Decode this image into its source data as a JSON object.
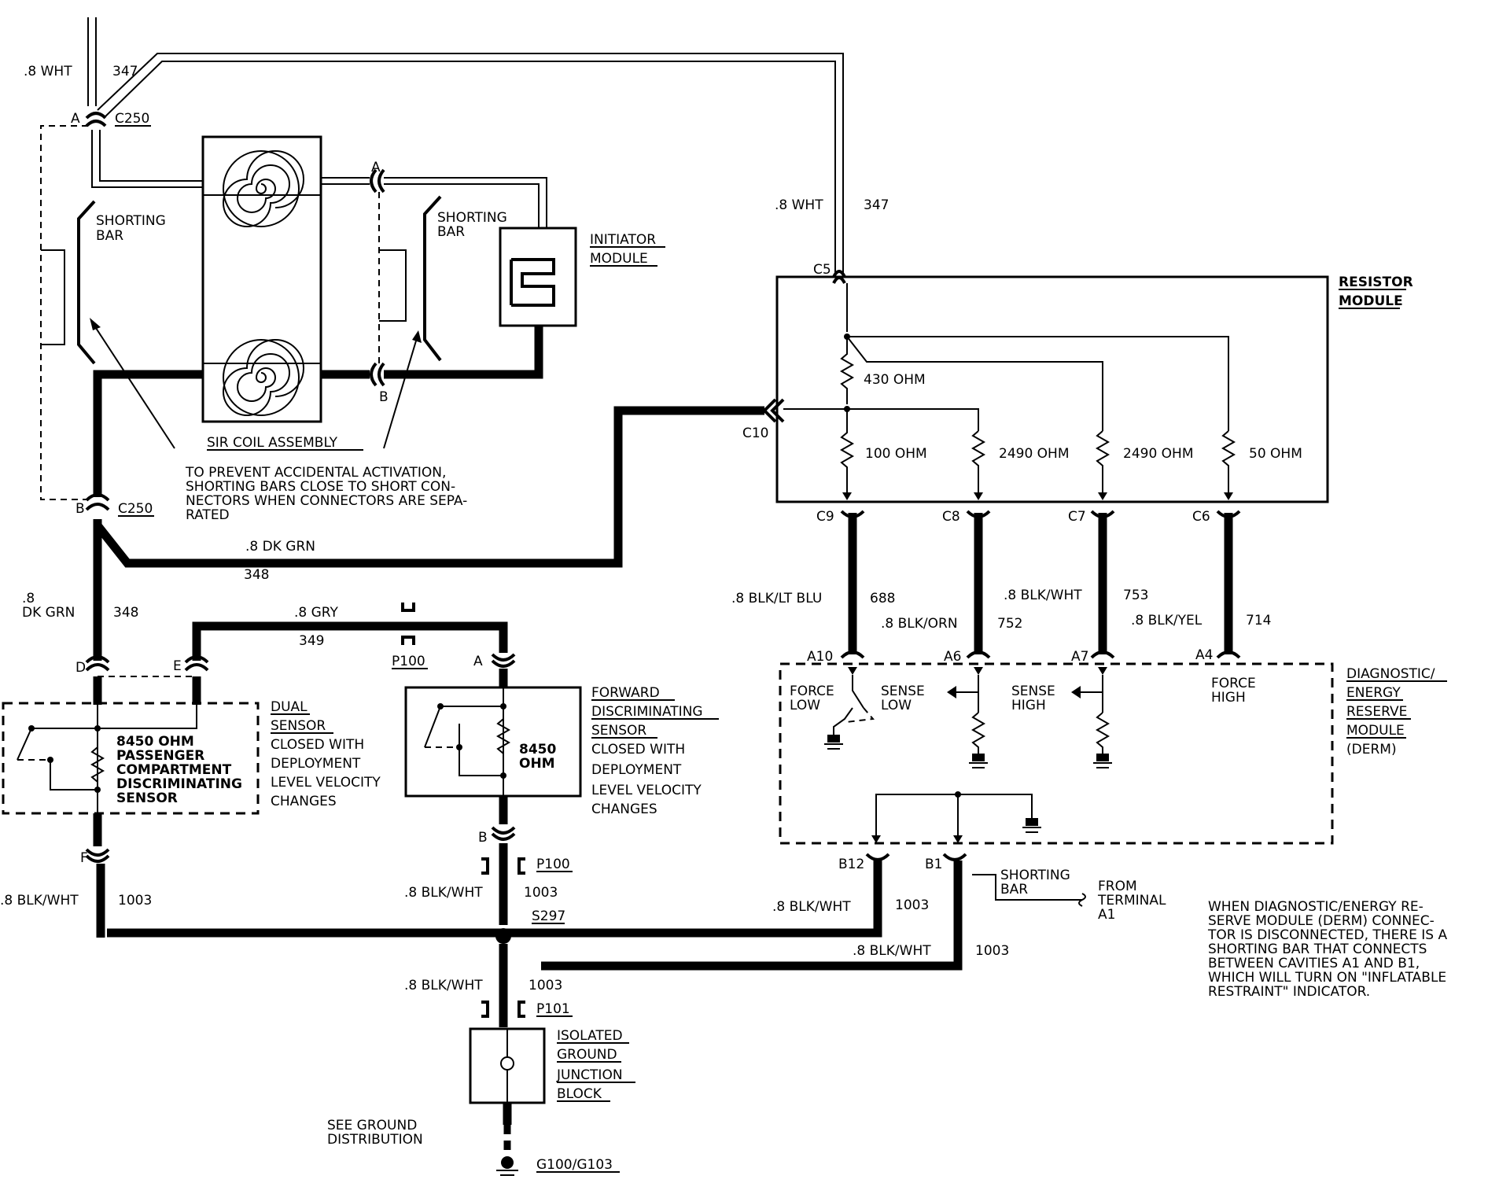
{
  "wire_labels": {
    "wht_top_gauge": ".8 WHT",
    "wht_top_circuit": "347",
    "wht_right_gauge": ".8 WHT",
    "wht_right_circuit": "347",
    "dkgrn_gauge": ".8 DK GRN",
    "dkgrn_circuit": "348",
    "dkgrn_left_gauge": ".8",
    "dkgrn_left_gauge2": "DK GRN",
    "dkgrn_left_circuit": "348",
    "gry_gauge": ".8 GRY",
    "gry_circuit": "349",
    "c9_gauge": ".8 BLK/LT BLU",
    "c9_circuit": "688",
    "c8_gauge": ".8 BLK/ORN",
    "c8_circuit": "752",
    "c7_gauge": ".8 BLK/WHT",
    "c7_circuit": "753",
    "c6_gauge": ".8 BLK/YEL",
    "c6_circuit": "714",
    "left_bw_gauge": ".8 BLK/WHT",
    "left_bw_circuit": "1003",
    "mid_bw_gauge": ".8 BLK/WHT",
    "mid_bw_circuit": "1003",
    "b12_bw_gauge": ".8 BLK/WHT",
    "b12_bw_circuit": "1003",
    "b1_bw_gauge": ".8 BLK/WHT",
    "b1_bw_circuit": "1003",
    "low_bw_gauge": ".8 BLK/WHT",
    "low_bw_circuit": "1003"
  },
  "connectors": {
    "c250_a_pin": "A",
    "c250_a_name": "C250",
    "c250_b_pin": "B",
    "c250_b_name": "C250",
    "coil_a": "A",
    "coil_b": "B",
    "c5": "C5",
    "c10": "C10",
    "c9": "C9",
    "c8": "C8",
    "c7": "C7",
    "c6": "C6",
    "a10": "A10",
    "a6": "A6",
    "a7": "A7",
    "a4": "A4",
    "b12": "B12",
    "b1": "B1",
    "d": "D",
    "e": "E",
    "f": "F",
    "p100_top": "P100",
    "p100_a": "A",
    "p100_b": "B",
    "p100_mid": "P100",
    "s297": "S297",
    "p101": "P101"
  },
  "components": {
    "shorting_bar_left": [
      "SHORTING",
      "BAR"
    ],
    "shorting_bar_right": [
      "SHORTING",
      "BAR"
    ],
    "initiator_module": [
      "INITIATOR",
      "MODULE"
    ],
    "sir_coil": "SIR COIL ASSEMBLY",
    "shorting_note": [
      "TO PREVENT ACCIDENTAL ACTIVATION,",
      "SHORTING BARS CLOSE TO SHORT CON-",
      "NECTORS WHEN CONNECTORS ARE SEPA-",
      "RATED"
    ],
    "resistor_module": [
      "RESISTOR",
      "MODULE"
    ],
    "r430": "430 OHM",
    "r100": "100 OHM",
    "r2490a": "2490 OHM",
    "r2490b": "2490 OHM",
    "r50": "50 OHM",
    "derm": [
      "DIAGNOSTIC/",
      "ENERGY",
      "RESERVE",
      "MODULE",
      "(DERM)"
    ],
    "force_low": [
      "FORCE",
      "LOW"
    ],
    "sense_low": [
      "SENSE",
      "LOW"
    ],
    "sense_high": [
      "SENSE",
      "HIGH"
    ],
    "force_high": [
      "FORCE",
      "HIGH"
    ],
    "dual_sensor": [
      "DUAL",
      "SENSOR"
    ],
    "dual_sensor_desc": [
      "CLOSED WITH",
      "DEPLOYMENT",
      "LEVEL VELOCITY",
      "CHANGES"
    ],
    "passenger_sensor": [
      "8450 OHM",
      "PASSENGER",
      "COMPARTMENT",
      "DISCRIMINATING",
      "SENSOR"
    ],
    "forward_sensor": [
      "FORWARD",
      "DISCRIMINATING",
      "SENSOR"
    ],
    "forward_sensor_desc": [
      "CLOSED WITH",
      "DEPLOYMENT",
      "LEVEL VELOCITY",
      "CHANGES"
    ],
    "fwd_ohm": [
      "8450",
      "OHM"
    ],
    "isolated_ground": [
      "ISOLATED",
      "GROUND",
      "JUNCTION",
      "BLOCK"
    ],
    "see_ground": [
      "SEE GROUND",
      "DISTRIBUTION"
    ],
    "ground": "G100/G103",
    "shorting_bar_bottom": [
      "SHORTING",
      "BAR"
    ],
    "from_terminal": [
      "FROM",
      "TERMINAL",
      "A1"
    ],
    "derm_note": [
      "WHEN DIAGNOSTIC/ENERGY RE-",
      "SERVE MODULE (DERM) CONNEC-",
      "TOR IS DISCONNECTED, THERE IS A",
      "SHORTING BAR THAT CONNECTS",
      "BETWEEN CAVITIES A1 AND B1,",
      "WHICH WILL TURN ON \"INFLATABLE",
      "RESTRAINT\"  INDICATOR."
    ]
  }
}
